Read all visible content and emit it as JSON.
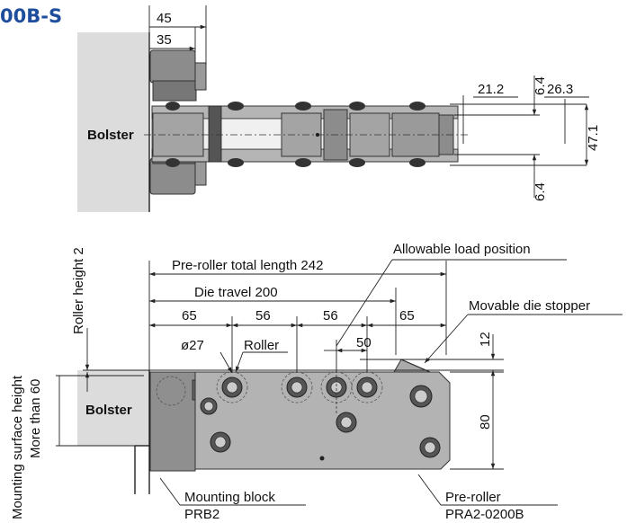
{
  "title": "00B-S",
  "top_view": {
    "bolster_label": "Bolster",
    "dims": {
      "d45": "45",
      "d35": "35",
      "d21_2": "21.2",
      "d6_4_top": "6.4",
      "d26_3": "26.3",
      "d47_1": "47.1",
      "d6_4_bottom": "6.4"
    }
  },
  "side_view": {
    "bolster_label": "Bolster",
    "roller_height_label": "Roller height 2",
    "mounting_height_label_1": "Mounting surface height",
    "mounting_height_label_2": "More than 60",
    "total_length_label": "Pre-roller total length 242",
    "die_travel_label": "Die travel 200",
    "allowable_load_label": "Allowable load position",
    "movable_stopper_label": "Movable die stopper",
    "roller_label": "Roller",
    "diameter_label": "ø27",
    "dims": {
      "d65_left": "65",
      "d56_a": "56",
      "d56_b": "56",
      "d65_right": "65",
      "d50": "50",
      "d12": "12",
      "d80": "80"
    },
    "mounting_block_label": "Mounting block",
    "mounting_block_model": "PRB2",
    "pre_roller_label": "Pre-roller",
    "pre_roller_model": "PRA2-0200B"
  },
  "colors": {
    "title": "#1f4e9c",
    "bolster_fill": "#dcdcdc",
    "part_fill": "#a9a9a9",
    "part_dark": "#6e6e6e"
  }
}
